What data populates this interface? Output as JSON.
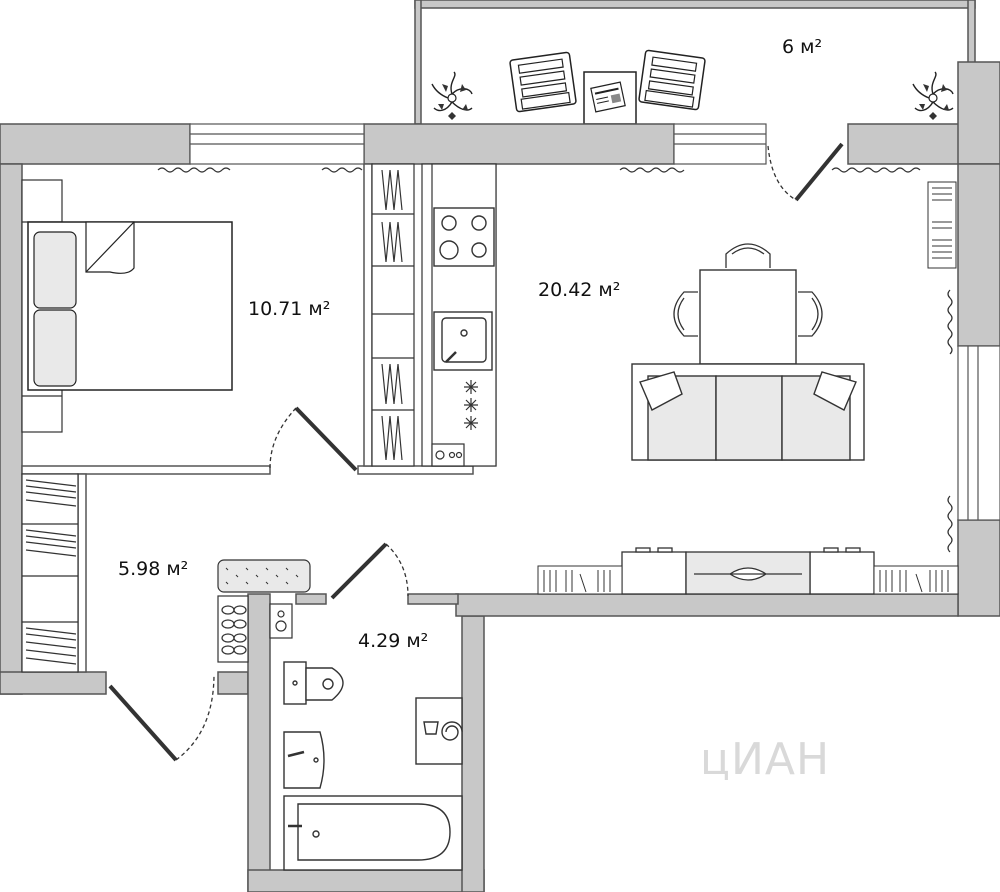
{
  "rooms": [
    {
      "id": "balcony",
      "area": "6 м²"
    },
    {
      "id": "bedroom",
      "area": "10.71 м²"
    },
    {
      "id": "kitchen-living",
      "area": "20.42 м²"
    },
    {
      "id": "hallway",
      "area": "5.98 м²"
    },
    {
      "id": "bathroom",
      "area": "4.29 м²"
    }
  ],
  "watermark": "цИАН",
  "icons": [
    "plant-icon",
    "deck-chair-icon",
    "newspaper-icon",
    "bed-icon",
    "wardrobe-icon",
    "stove-icon",
    "sink-icon",
    "dining-table-icon",
    "chair-icon",
    "sofa-icon",
    "tv-stand-icon",
    "bookshelf-icon",
    "radiator-icon",
    "shoe-rack-icon",
    "toilet-icon",
    "washbasin-icon",
    "bathtub-icon",
    "washing-machine-icon",
    "door-swing-icon"
  ],
  "colors": {
    "wall": "#c8c8c8",
    "wall_stroke": "#555555",
    "furniture_fill": "#e9e9e9",
    "line": "#333333",
    "watermark": "#d9d9d9"
  }
}
